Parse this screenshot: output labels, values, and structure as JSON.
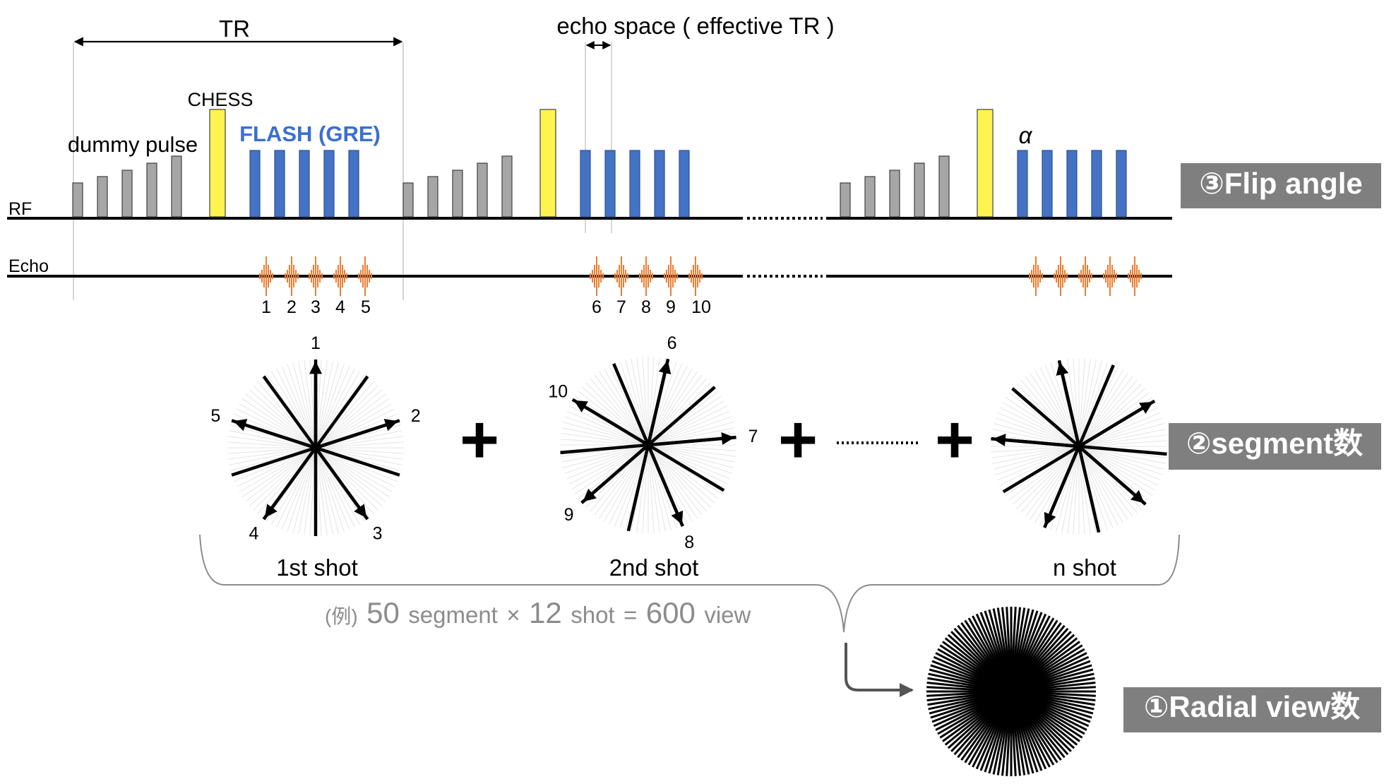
{
  "labels": {
    "tr": "TR",
    "echo_space": "echo space ( effective TR )",
    "chess": "CHESS",
    "dummy_pulse": "dummy pulse",
    "flash": "FLASH (GRE)",
    "alpha": "α",
    "rf": "RF",
    "echo": "Echo",
    "echo_numbers_1": [
      "1",
      "2",
      "3",
      "4",
      "5"
    ],
    "echo_numbers_2": [
      "6",
      "7",
      "8",
      "9",
      "10"
    ],
    "shot1_numbers": [
      "1",
      "2",
      "3",
      "4",
      "5"
    ],
    "shot2_numbers": [
      "6",
      "7",
      "8",
      "9",
      "10"
    ],
    "shot1": "1st shot",
    "shot2": "2nd shot",
    "shotn": "n shot",
    "plus": "+",
    "equation": {
      "prefix": "(例)",
      "n1": "50",
      "u1": "segment",
      "times": "×",
      "n2": "12",
      "u2": "shot",
      "eq": "=",
      "n3": "600",
      "u3": "view"
    }
  },
  "badges": {
    "flip_angle": "③Flip angle",
    "segment": "②segment数",
    "radial_view": "①Radial view数"
  },
  "colors": {
    "dummy": "#a6a6a6",
    "chess": "#fff44f",
    "flash": "#4472c4",
    "flash_text": "#3a6fd1",
    "echo": "#ed7d31",
    "badge_bg": "#7f7f7f",
    "equation_text": "#8c8c8c",
    "spoke_light": "#e4e4e4"
  }
}
